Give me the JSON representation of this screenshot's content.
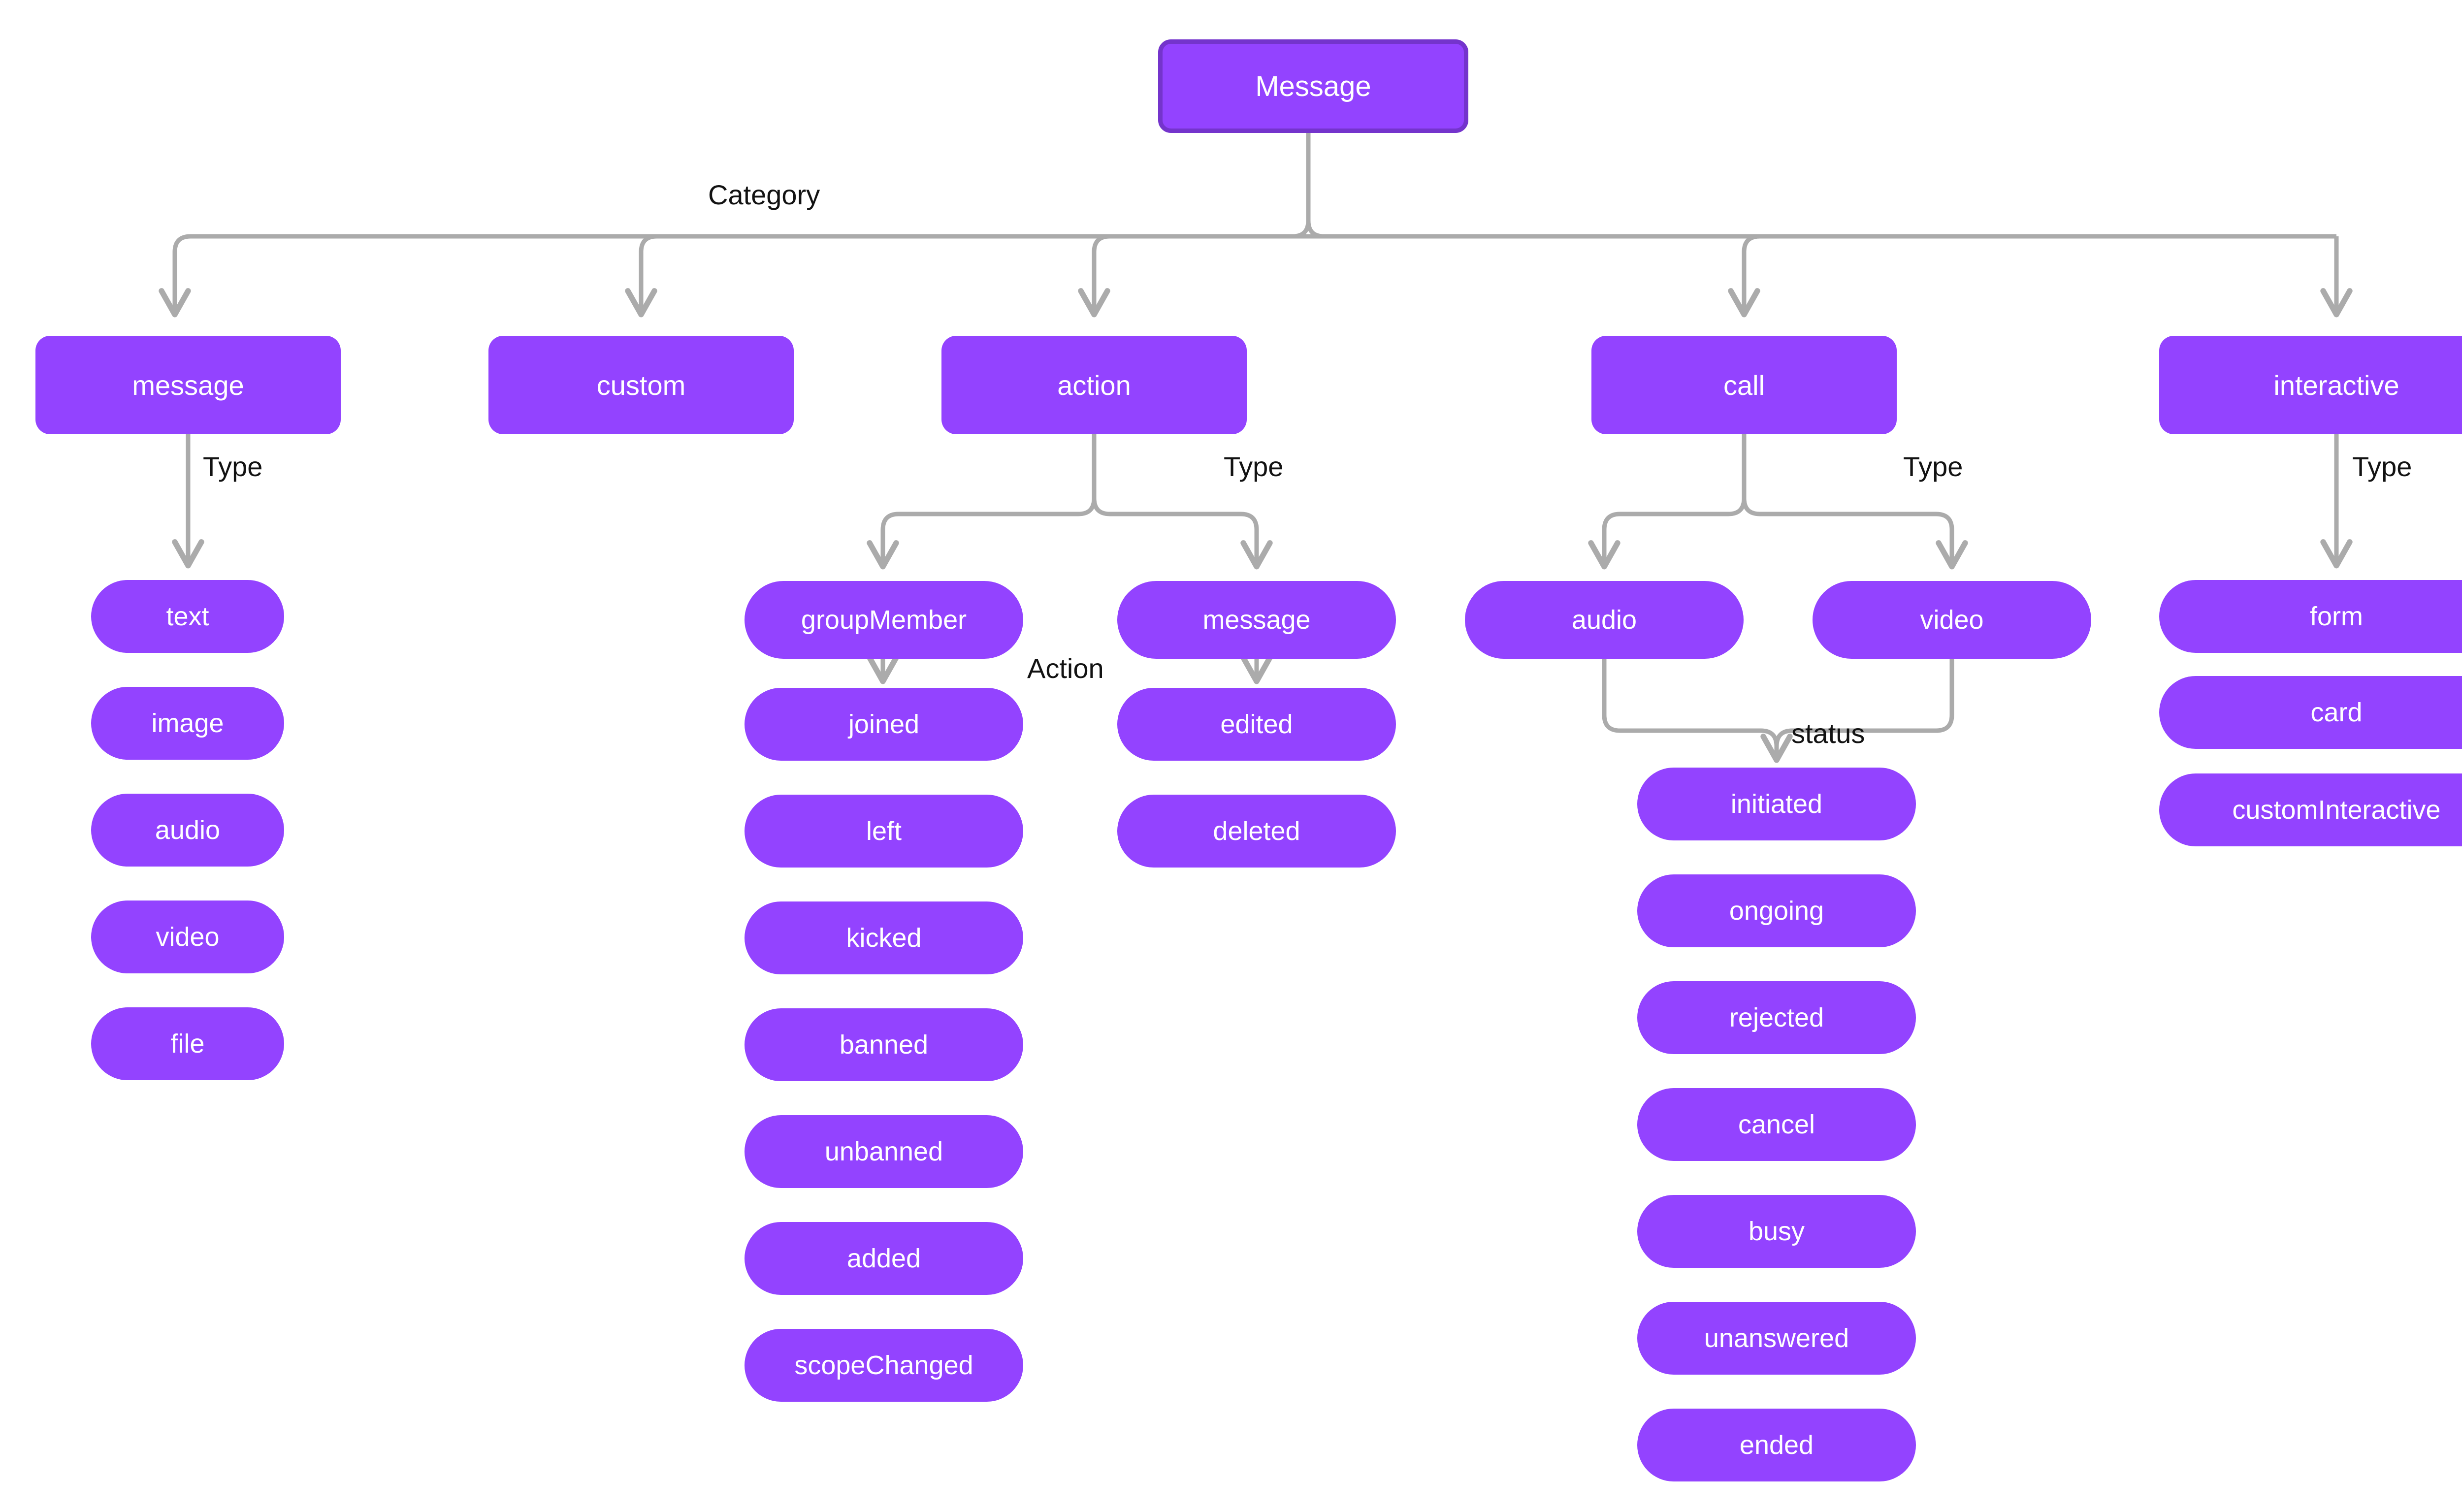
{
  "diagram": {
    "title": "Message",
    "root": {
      "label": "Message"
    },
    "edge_labels": {
      "category": "Category",
      "type": "Type",
      "action": "Action",
      "status": "status"
    },
    "categories": [
      {
        "label": "message"
      },
      {
        "label": "custom"
      },
      {
        "label": "action"
      },
      {
        "label": "call"
      },
      {
        "label": "interactive"
      }
    ],
    "message_types": [
      {
        "label": "text"
      },
      {
        "label": "image"
      },
      {
        "label": "audio"
      },
      {
        "label": "video"
      },
      {
        "label": "file"
      }
    ],
    "action_types": [
      {
        "label": "groupMember"
      },
      {
        "label": "message"
      }
    ],
    "group_member_actions": [
      {
        "label": "joined"
      },
      {
        "label": "left"
      },
      {
        "label": "kicked"
      },
      {
        "label": "banned"
      },
      {
        "label": "unbanned"
      },
      {
        "label": "added"
      },
      {
        "label": "scopeChanged"
      }
    ],
    "message_actions": [
      {
        "label": "edited"
      },
      {
        "label": "deleted"
      }
    ],
    "call_types": [
      {
        "label": "audio"
      },
      {
        "label": "video"
      }
    ],
    "call_statuses": [
      {
        "label": "initiated"
      },
      {
        "label": "ongoing"
      },
      {
        "label": "rejected"
      },
      {
        "label": "cancel"
      },
      {
        "label": "busy"
      },
      {
        "label": "unanswered"
      },
      {
        "label": "ended"
      }
    ],
    "interactive_types": [
      {
        "label": "form"
      },
      {
        "label": "card"
      },
      {
        "label": "customInteractive"
      }
    ],
    "colors": {
      "node_fill": "#9343FF",
      "node_border": "#7434CC",
      "node_text": "#ffffff",
      "edge": "#ABABAB",
      "label_text": "#121212",
      "background": "#ffffff"
    }
  }
}
